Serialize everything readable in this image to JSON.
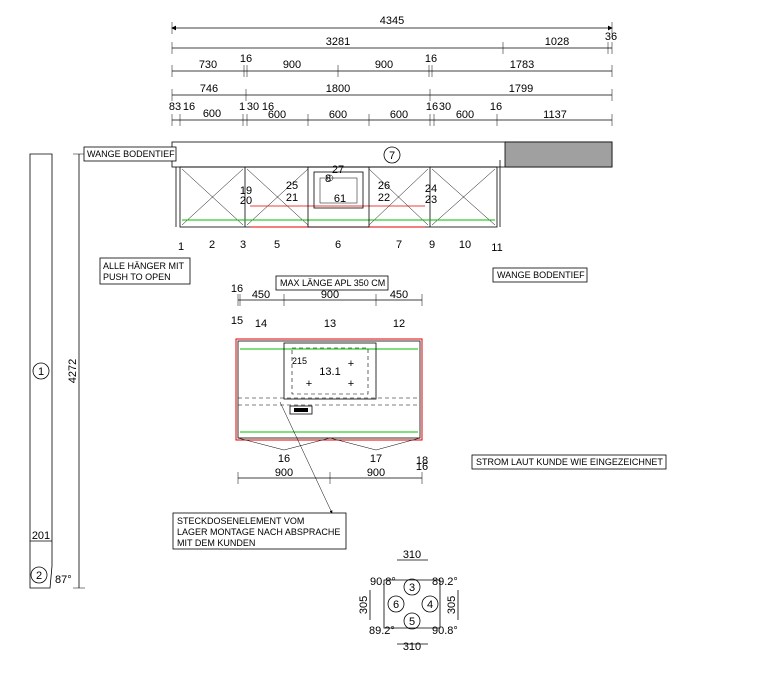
{
  "dimensions": {
    "row1": [
      "4345"
    ],
    "row2": [
      "3281",
      "1028",
      "36"
    ],
    "row3": [
      "730",
      "16",
      "900",
      "900",
      "16",
      "1783"
    ],
    "row4": [
      "746",
      "1800",
      "1799"
    ],
    "row5": [
      "83",
      "16",
      "600",
      "1",
      "30",
      "16",
      "600",
      "600",
      "600",
      "16",
      "30",
      "600",
      "16",
      "1137"
    ]
  },
  "wall_plan": {
    "wall_side": "4272",
    "wall_bottom": "201",
    "wall_angle": "87°",
    "wall_circle_1": "1",
    "wall_circle_2": "2",
    "top_circle": "7",
    "cabinet_numbers": [
      "1",
      "2",
      "3",
      "5",
      "6",
      "7",
      "9",
      "10",
      "11"
    ],
    "inner_numbers": [
      "19",
      "20",
      "25",
      "21",
      "27",
      "8",
      "61",
      "26",
      "22",
      "23",
      "24"
    ]
  },
  "notes": {
    "wange_top": "WANGE BODENTIEF",
    "wange_right": "WANGE BODENTIEF",
    "haenger": "ALLE HÄNGER MIT PUSH TO OPEN",
    "max_laenge": "MAX LÄNGE APL 350 CM",
    "strom": "STROM LAUT KUNDE WIE EINGEZEICHNET",
    "steckdose": "STECKDOSENELEMENT VOM LAGER MONTAGE NACH ABSPRACHE MIT DEM KUNDEN"
  },
  "island": {
    "top_dims": [
      "16",
      "450",
      "900",
      "450"
    ],
    "top_labels": [
      "15",
      "14",
      "13",
      "12"
    ],
    "hob_label": "13.1",
    "hob_small": "215",
    "bottom_labels": [
      "16",
      "17",
      "18",
      "16"
    ],
    "bottom_dims": [
      "900",
      "900"
    ]
  },
  "column": {
    "top_dim": "310",
    "bottom_dim": "310",
    "left_dim": "305",
    "right_dim": "305",
    "angles": [
      "90.8°",
      "89.2°",
      "89.2°",
      "90.8°"
    ],
    "circles": [
      "3",
      "6",
      "4",
      "5"
    ]
  },
  "colors": {
    "line": "#000000",
    "green": "#00c000",
    "red": "#e00000",
    "grey_block": "#a0a0a0"
  }
}
